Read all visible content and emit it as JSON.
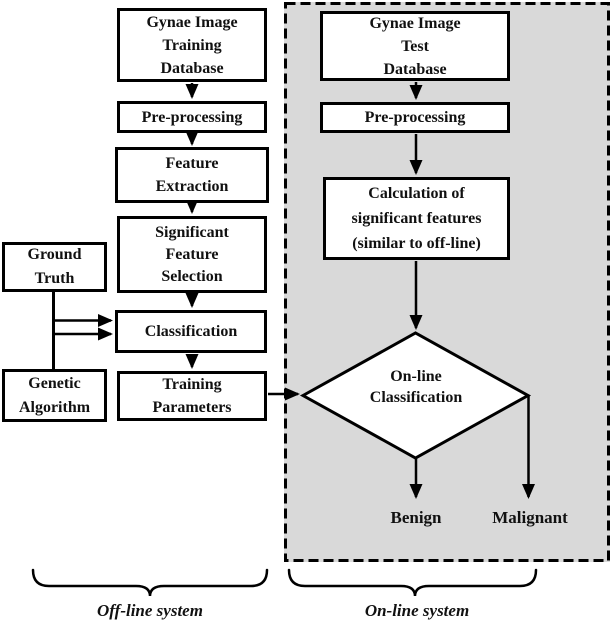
{
  "colors": {
    "panel_bg": "#d9d9d9",
    "stroke": "#000000",
    "box_bg": "#ffffff",
    "text": "#111111"
  },
  "offline": {
    "training_database": "Gynae Image\nTraining\nDatabase",
    "preprocessing": "Pre-processing",
    "feature_extraction": "Feature\nExtraction",
    "significant_feature_selection": "Significant\nFeature\nSelection",
    "ground_truth": "Ground\nTruth",
    "classification": "Classification",
    "genetic_algorithm": "Genetic\nAlgorithm",
    "training_parameters": "Training\nParameters",
    "system_label": "Off-line system"
  },
  "online": {
    "test_database": "Gynae Image\nTest\nDatabase",
    "preprocessing": "Pre-processing",
    "calculation": "Calculation of\nsignificant features\n(similar to off-line)",
    "decision": "On-line\nClassification",
    "output_benign": "Benign",
    "output_malignant": "Malignant",
    "system_label": "On-line system"
  }
}
